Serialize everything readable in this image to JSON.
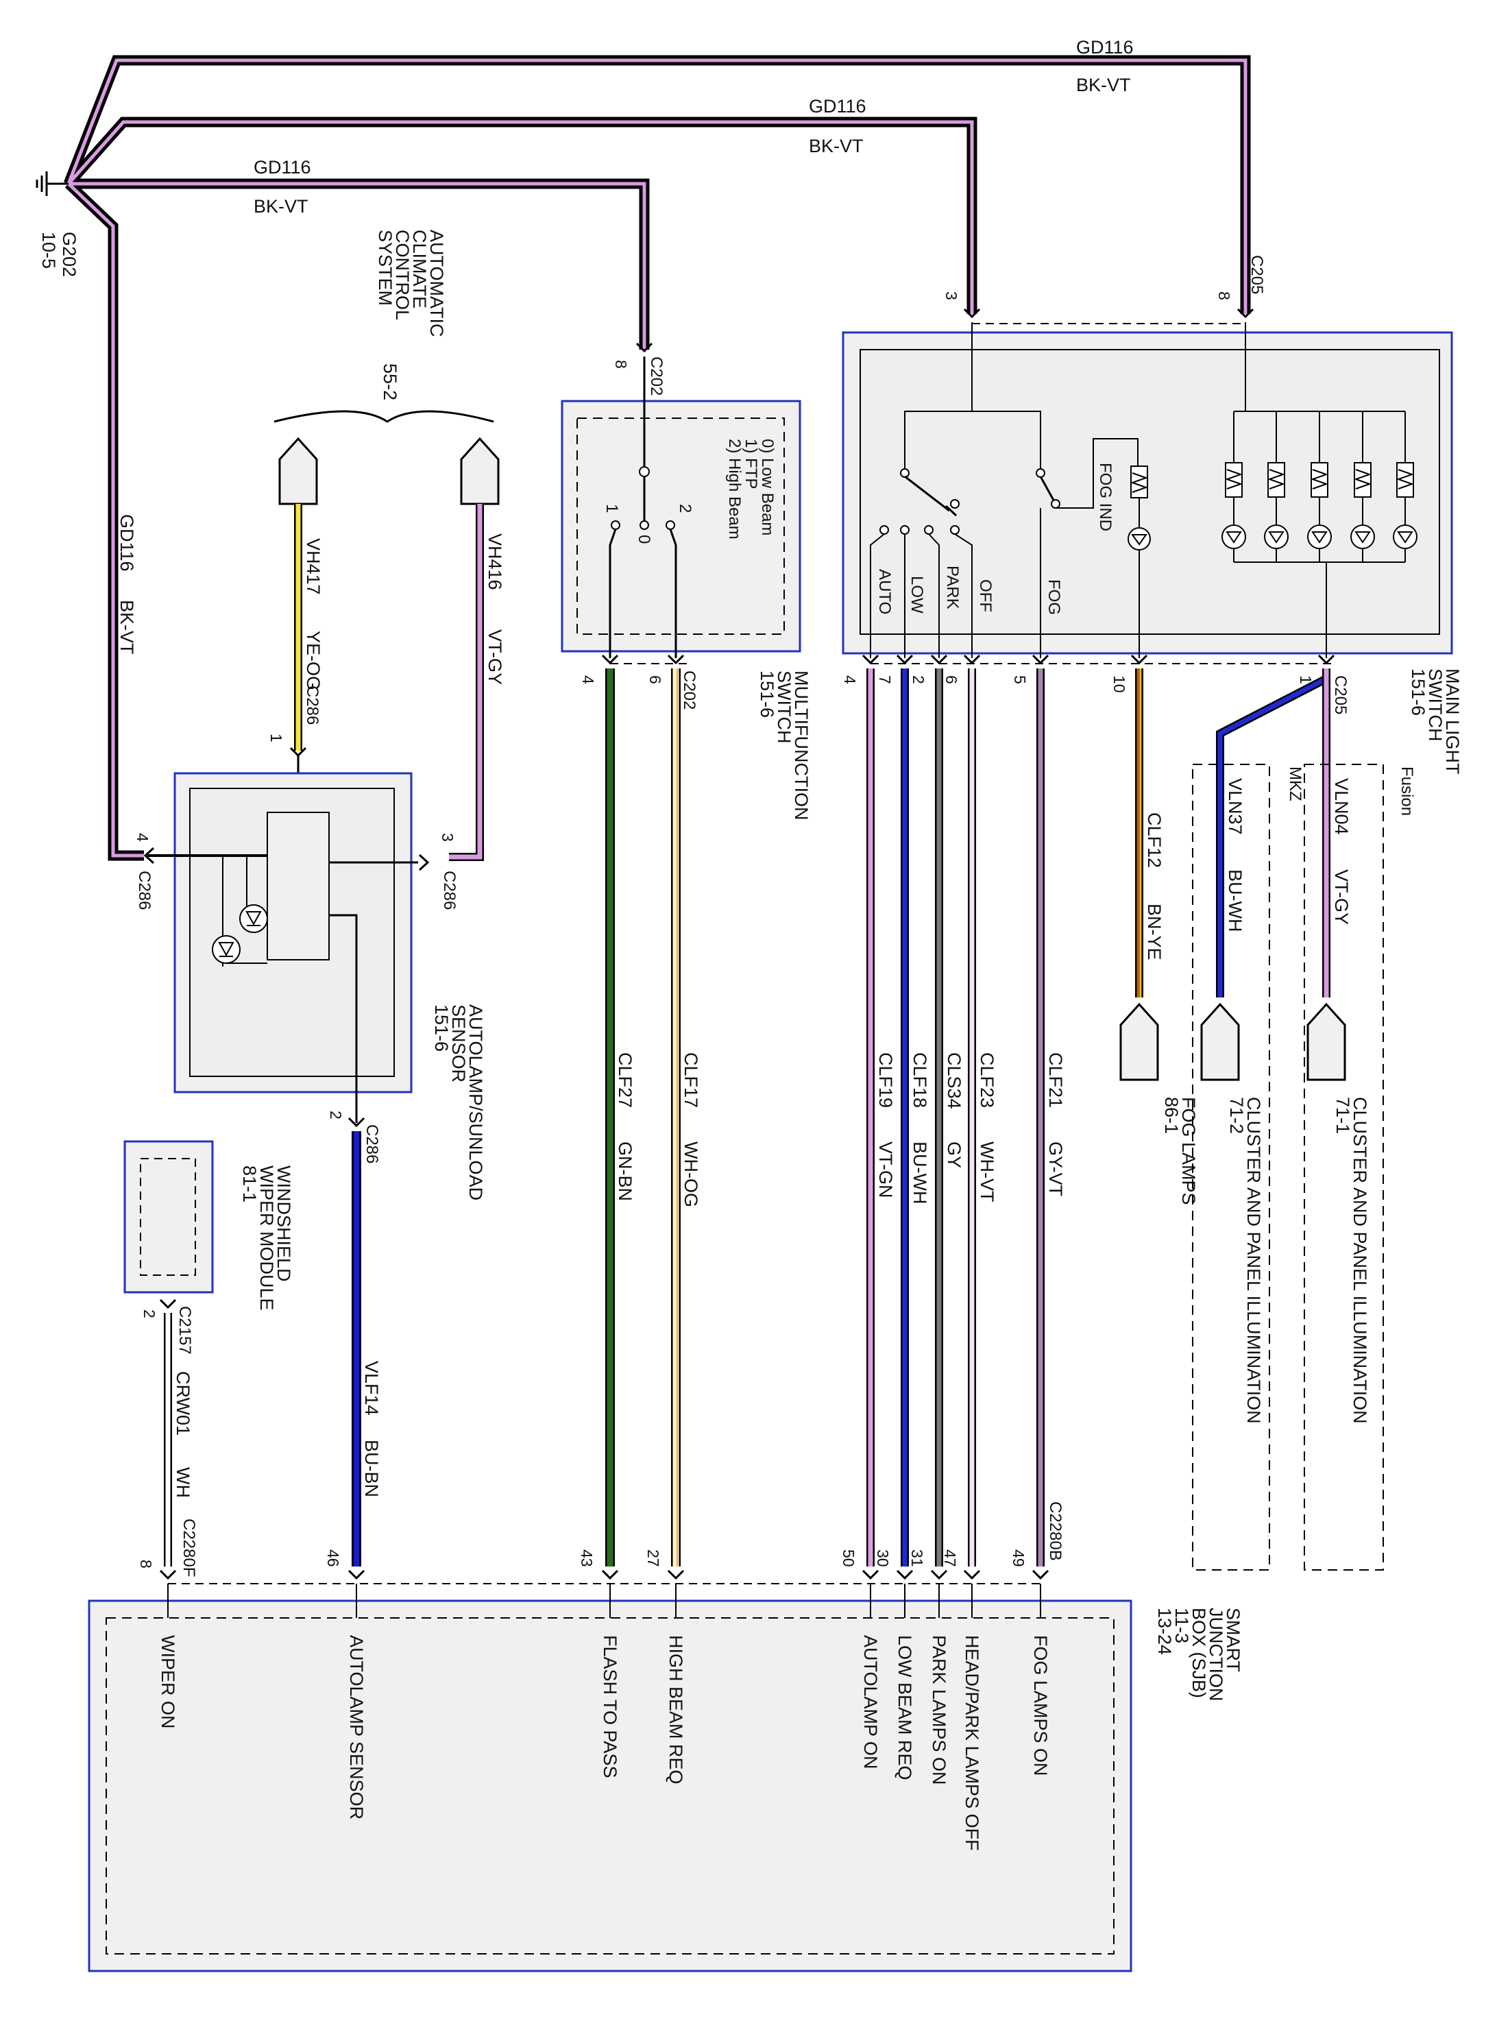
{
  "ground": {
    "id": "G202",
    "loc": "10-5"
  },
  "ground_wires": [
    {
      "circuit": "GD116",
      "color_code": "BK-VT"
    },
    {
      "circuit": "GD116",
      "color_code": "BK-VT"
    },
    {
      "circuit": "GD116",
      "color_code": "BK-VT"
    },
    {
      "circuit": "GD116",
      "color_code": "BK-VT"
    }
  ],
  "climate": {
    "line1": "AUTOMATIC",
    "line2": "CLIMATE",
    "line3": "CONTROL",
    "line4": "SYSTEM",
    "loc": "55-2"
  },
  "autolamp_sensor": {
    "line1": "AUTOLAMP/SUNLOAD",
    "line2": "SENSOR",
    "loc": "151-6"
  },
  "multifunction_switch": {
    "line1": "MULTIFUNCTION",
    "line2": "SWITCH",
    "loc": "151-6",
    "positions": [
      "0) Low Beam",
      "1) FTP",
      "2) High Beam"
    ],
    "pos0": "0",
    "pos1": "1",
    "pos2": "2"
  },
  "main_light_switch": {
    "line1": "MAIN LIGHT",
    "line2": "SWITCH",
    "loc": "151-6",
    "positions": [
      "AUTO",
      "LOW",
      "PARK",
      "OFF",
      "FOG"
    ],
    "fog_ind": "FOG IND"
  },
  "wiper_module": {
    "line1": "WINDSHIELD",
    "line2": "WIPER MODULE",
    "loc": "81-1"
  },
  "sjb": {
    "line1": "SMART",
    "line2": "JUNCTION",
    "line3": "BOX (SJB)",
    "loc1": "11-3",
    "loc2": "13-24"
  },
  "fog_lamps": {
    "label": "FOG LAMPS",
    "loc": "86-1"
  },
  "cluster_mkz": {
    "variant": "MKZ",
    "label": "CLUSTER AND PANEL ILLUMINATION",
    "loc": "71-2"
  },
  "cluster_fusion": {
    "variant": "Fusion",
    "label": "CLUSTER AND PANEL ILLUMINATION",
    "loc": "71-1"
  },
  "wires": [
    {
      "circuit": "VH417",
      "color_code": "YE-OG",
      "hex": "#f5e63a"
    },
    {
      "circuit": "VH416",
      "color_code": "VT-GY",
      "hex": "#d99be0"
    },
    {
      "circuit": "VLF14",
      "color_code": "BU-BN",
      "hex": "#1b1bc8"
    },
    {
      "circuit": "CRW01",
      "color_code": "WH",
      "hex": "#ffffff"
    },
    {
      "circuit": "CLF27",
      "color_code": "GN-BN",
      "hex": "#2a6b1e"
    },
    {
      "circuit": "CLF17",
      "color_code": "WH-OG",
      "hex": "#fff2c8"
    },
    {
      "circuit": "CLF19",
      "color_code": "VT-GN",
      "hex": "#d9a0e0"
    },
    {
      "circuit": "CLF18",
      "color_code": "BU-WH",
      "hex": "#1f2bd0"
    },
    {
      "circuit": "CLS34",
      "color_code": "GY",
      "hex": "#7a7a7a"
    },
    {
      "circuit": "CLF23",
      "color_code": "WH-VT",
      "hex": "#f2e6f4"
    },
    {
      "circuit": "CLF21",
      "color_code": "GY-VT",
      "hex": "#a985b3"
    },
    {
      "circuit": "CLF12",
      "color_code": "BN-YE",
      "hex": "#b5651d"
    },
    {
      "circuit": "VLN37",
      "color_code": "BU-WH",
      "hex": "#1f2bd0"
    },
    {
      "circuit": "VLN04",
      "color_code": "VT-GY",
      "hex": "#d99be0"
    }
  ],
  "connectors": {
    "c202": "C202",
    "c205": "C205",
    "c286": "C286",
    "c2157": "C2157",
    "c2280f": "C2280F",
    "c2280b": "C2280B"
  },
  "pins": {
    "c202_top": "8",
    "c205_3": "3",
    "c205_8": "8",
    "c286_4": "4",
    "c286_3": "3",
    "c286_1": "1",
    "c286_2": "2",
    "msw_4": "4",
    "msw_6": "6",
    "ml_4": "4",
    "ml_7": "7",
    "ml_2": "2",
    "ml_6": "6",
    "ml_5": "5",
    "ml_10": "10",
    "ml_1": "1",
    "wiper_2": "2",
    "sjb_8": "8",
    "sjb_46": "46",
    "sjb_43": "43",
    "sjb_27": "27",
    "sjb_50": "50",
    "sjb_30": "30",
    "sjb_31": "31",
    "sjb_47": "47",
    "sjb_49": "49"
  },
  "sjb_inputs": {
    "wiper_on": "WIPER ON",
    "autolamp_sensor": "AUTOLAMP SENSOR",
    "flash_to_pass": "FLASH TO PASS",
    "high_beam_req": "HIGH BEAM REQ",
    "autolamp_on": "AUTOLAMP ON",
    "low_beam_req": "LOW BEAM REQ",
    "park_lamps_on": "PARK LAMPS ON",
    "head_park_off": "HEAD/PARK LAMPS OFF",
    "fog_lamps_on": "FOG LAMPS ON"
  }
}
